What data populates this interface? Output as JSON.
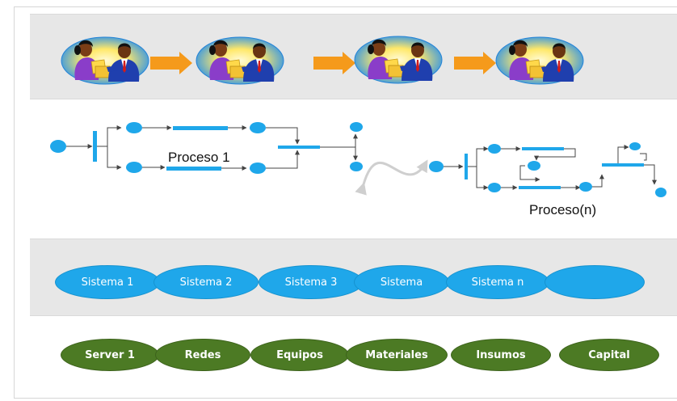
{
  "processes": {
    "process_1": "Proceso 1",
    "process_n": "Proceso(n)"
  },
  "systems": [
    "Sistema 1",
    "Sistema 2",
    "Sistema 3",
    "Sistema",
    "Sistema n",
    ""
  ],
  "resources": [
    "Server 1",
    "Redes",
    "Equipos",
    "Materiales",
    "Insumos",
    "Capital"
  ],
  "icons": {
    "meeting": "business-meeting-clipart-icon",
    "arrow": "orange-arrow-icon",
    "connector": "curved-double-arrow-icon"
  },
  "colors": {
    "band": "#e7e7e7",
    "flow_node": "#1fa7ea",
    "system": "#1fa7ea",
    "resource": "#4c7a24",
    "arrow": "#f59a1b"
  }
}
